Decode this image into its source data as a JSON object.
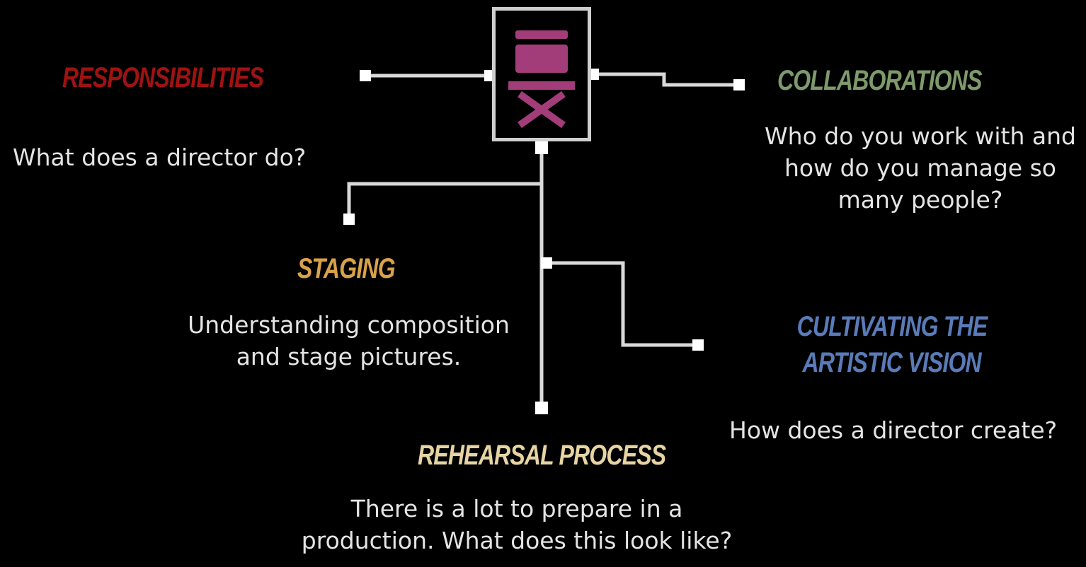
{
  "colors": {
    "background": "#000000",
    "connector": "#d9d9d9",
    "responsibilities": "#a01212",
    "collaborations": "#7e9a6c",
    "staging": "#d8a24a",
    "cultivating": "#5a7bb8",
    "rehearsal": "#e6d4a2",
    "chair": "#a23d7a"
  },
  "hub": {
    "icon": "director-chair-icon"
  },
  "nodes": {
    "responsibilities": {
      "title": "RESPONSIBILITIES",
      "description": "What does a director do?"
    },
    "collaborations": {
      "title": "COLLABORATIONS",
      "description": [
        "Who do you work with and",
        "how do you manage so",
        "many people?"
      ]
    },
    "staging": {
      "title": "STAGING",
      "description": [
        "Understanding composition",
        "and stage pictures."
      ]
    },
    "cultivating": {
      "title": [
        "CULTIVATING THE",
        "ARTISTIC VISION"
      ],
      "description": "How does a director create?"
    },
    "rehearsal": {
      "title": "REHEARSAL PROCESS",
      "description": [
        "There is a lot to prepare in a",
        "production. What does this look like?"
      ]
    }
  }
}
